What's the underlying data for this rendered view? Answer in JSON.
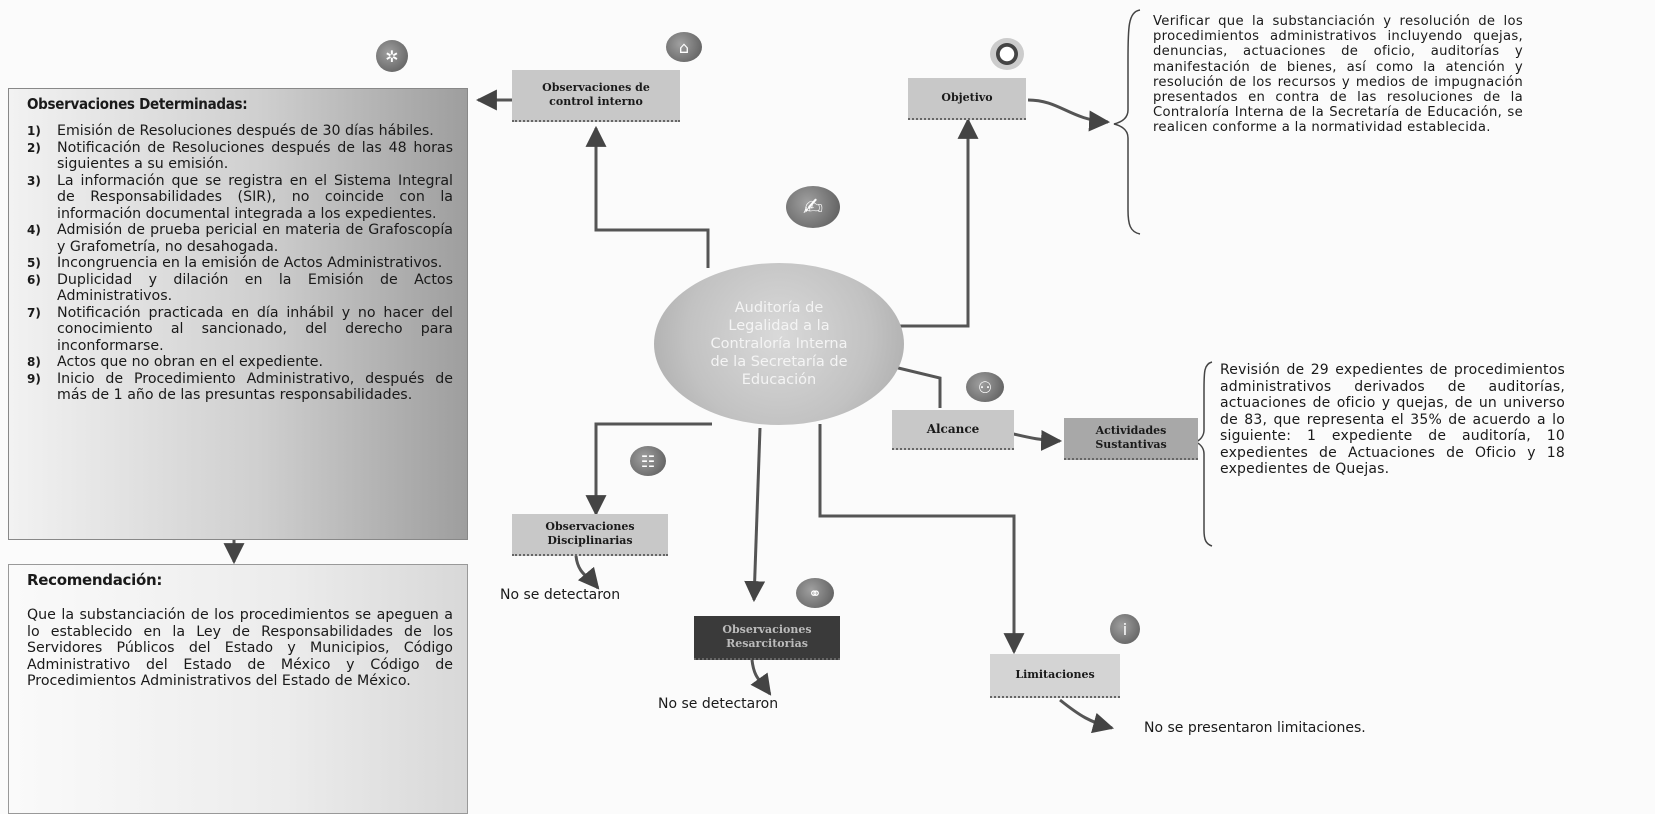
{
  "center": {
    "title": "Auditoría de Legalidad a la Contraloría Interna de la Secretaría de Educación"
  },
  "observaciones_determinadas": {
    "title": "Observaciones Determinadas:",
    "items": [
      {
        "num": "1)",
        "text": "Emisión de Resoluciones después de 30 días hábiles."
      },
      {
        "num": "2)",
        "text": "Notificación de Resoluciones después de las 48 horas siguientes a su emisión."
      },
      {
        "num": "3)",
        "text": "La información que se registra en el Sistema Integral de Responsabilidades (SIR), no coincide con la información documental integrada a los expedientes."
      },
      {
        "num": "4)",
        "text": "Admisión de prueba pericial en materia de Grafoscopía y Grafometría, no desahogada."
      },
      {
        "num": "5)",
        "text": "Incongruencia en la emisión de Actos Administrativos."
      },
      {
        "num": "6)",
        "text": "Duplicidad y dilación en la Emisión de Actos Administrativos."
      },
      {
        "num": "7)",
        "text": "Notificación practicada en día inhábil y no hacer del conocimiento al sancionado, del derecho para inconformarse."
      },
      {
        "num": "8)",
        "text": "Actos que no obran en el expediente."
      },
      {
        "num": "9)",
        "text": "Inicio de Procedimiento Administrativo, después de más de 1 año de las presuntas responsabilidades."
      }
    ]
  },
  "recomendacion": {
    "title": "Recomendación:",
    "text": "Que la substanciación de los procedimientos se apeguen a lo establecido en la Ley de Responsabilidades de los Servidores Públicos del Estado y Municipios, Código Administrativo del Estado de México y Código de Procedimientos Administrativos del Estado de México."
  },
  "nodes": {
    "control_interno": "Observaciones de control interno",
    "objetivo": "Objetivo",
    "alcance": "Alcance",
    "actividades": "Actividades Sustantivas",
    "disciplinarias": "Observaciones Disciplinarias",
    "resarcitorias": "Observaciones Resarcitorias",
    "limitaciones": "Limitaciones"
  },
  "objetivo_text": "Verificar que la substanciación y resolución de los procedimientos administrativos incluyendo quejas, denuncias, actuaciones de oficio, auditorías y manifestación de bienes, así como la atención y resolución de los recursos y medios de impugnación presentados en contra de las resoluciones de la Contraloría Interna de la Secretaría de Educación, se realicen conforme a la normatividad establecida.",
  "actividades_text": "Revisión de 29 expedientes de procedimientos administrativos derivados de auditorías, actuaciones de oficio y quejas, de un universo de 83, que representa el 35% de acuerdo a lo siguiente: 1 expediente de auditoría, 10 expedientes de Actuaciones de Oficio y 18 expedientes de Quejas.",
  "results": {
    "disciplinarias": "No se detectaron",
    "resarcitorias": "No se detectaron",
    "limitaciones": "No se presentaron limitaciones."
  },
  "icons": {
    "top_left": "gear-icon",
    "control_interno": "building-icon",
    "objetivo": "target-icon",
    "center": "pen-signature-icon",
    "alcance": "people-icon",
    "disciplinarias": "group-icon",
    "resarcitorias": "handshake-icon",
    "limitaciones": "info-icon"
  }
}
